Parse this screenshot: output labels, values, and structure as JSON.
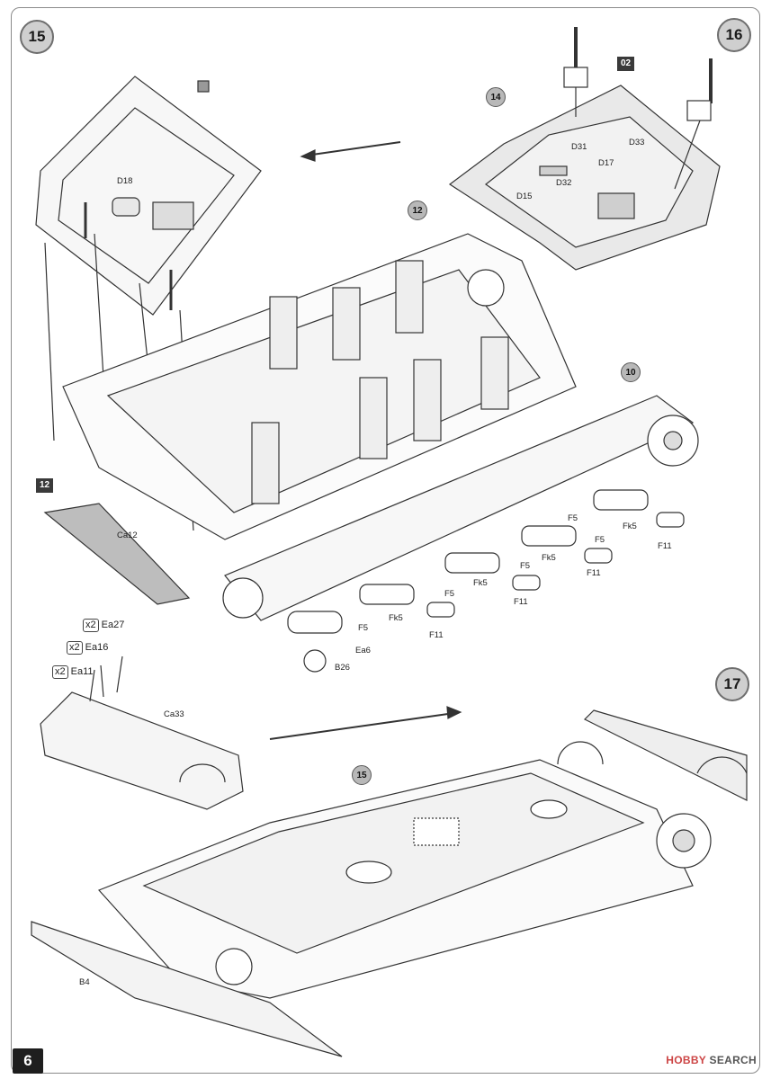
{
  "steps": {
    "s15": "15",
    "s16": "16",
    "s17": "17"
  },
  "refs": {
    "r12": "12",
    "r14": "14",
    "r10": "10",
    "r15": "15"
  },
  "boxes": {
    "b02": "02",
    "b12": "12"
  },
  "labels": {
    "d18": "D18",
    "d31": "D31",
    "d33": "D33",
    "d17": "D17",
    "d32": "D32",
    "d15": "D15",
    "ca12": "Ca12",
    "ca33": "Ca33",
    "ea27": "Ea27",
    "ea16": "Ea16",
    "ea11": "Ea11",
    "ea6": "Ea6",
    "b26": "B26",
    "b4": "B4",
    "f5_1": "F5",
    "f5_2": "F5",
    "f5_3": "F5",
    "f5_4": "F5",
    "f5_5": "F5",
    "fk5_1": "Fk5",
    "fk5_2": "Fk5",
    "fk5_3": "Fk5",
    "fk5_4": "Fk5",
    "f11_1": "F11",
    "f11_2": "F11",
    "f11_3": "F11",
    "f11_4": "F11"
  },
  "qty": {
    "x2": "x2"
  },
  "footer": {
    "page_number": "6",
    "watermark_brand": "HOBBY",
    "watermark_rest": "SEARCH"
  }
}
